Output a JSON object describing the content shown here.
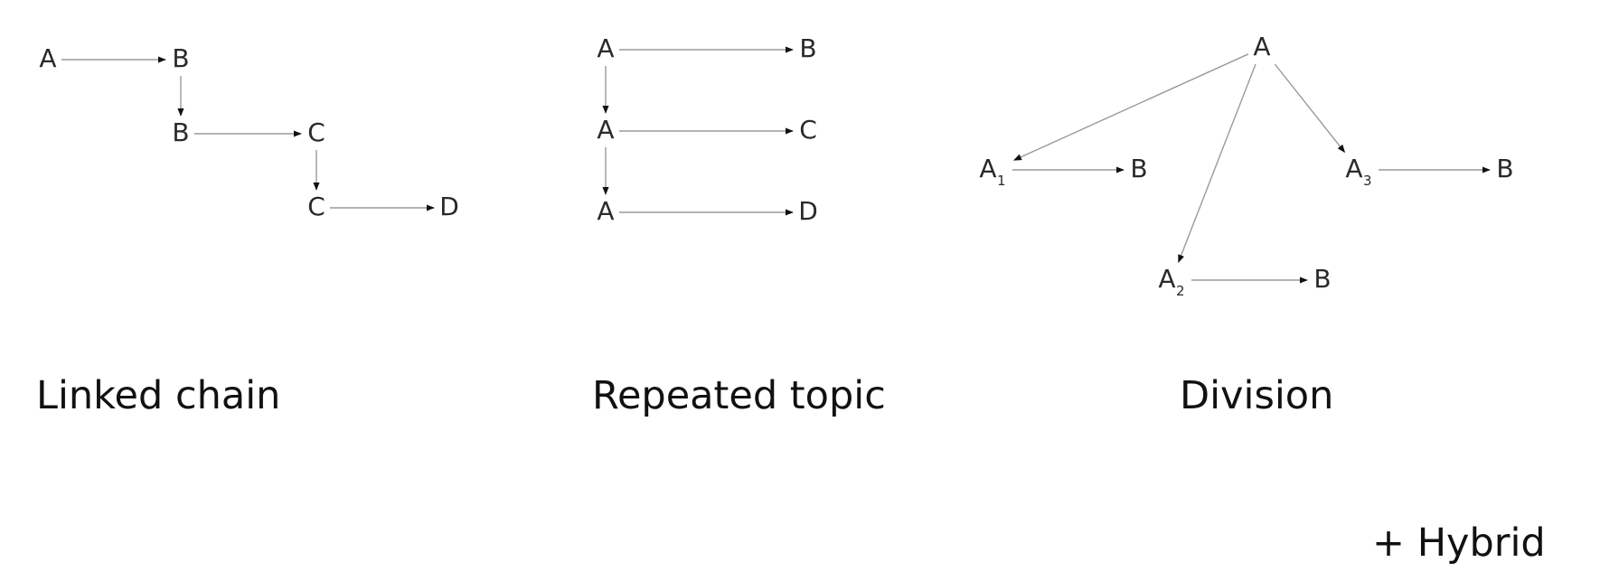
{
  "captions": {
    "linked_chain": "Linked chain",
    "repeated_topic": "Repeated topic",
    "division": "Division",
    "hybrid": "+ Hybrid"
  },
  "linked_chain": {
    "nodes": [
      {
        "id": "lc-a",
        "label": "A"
      },
      {
        "id": "lc-b1",
        "label": "B"
      },
      {
        "id": "lc-b2",
        "label": "B"
      },
      {
        "id": "lc-c1",
        "label": "C"
      },
      {
        "id": "lc-c2",
        "label": "C"
      },
      {
        "id": "lc-d",
        "label": "D"
      }
    ],
    "edges": [
      {
        "from": "lc-a",
        "to": "lc-b1"
      },
      {
        "from": "lc-b1",
        "to": "lc-b2"
      },
      {
        "from": "lc-b2",
        "to": "lc-c1"
      },
      {
        "from": "lc-c1",
        "to": "lc-c2"
      },
      {
        "from": "lc-c2",
        "to": "lc-d"
      }
    ]
  },
  "repeated_topic": {
    "nodes": [
      {
        "id": "rt-a1",
        "label": "A"
      },
      {
        "id": "rt-a2",
        "label": "A"
      },
      {
        "id": "rt-a3",
        "label": "A"
      },
      {
        "id": "rt-b",
        "label": "B"
      },
      {
        "id": "rt-c",
        "label": "C"
      },
      {
        "id": "rt-d",
        "label": "D"
      }
    ],
    "edges": [
      {
        "from": "rt-a1",
        "to": "rt-b"
      },
      {
        "from": "rt-a1",
        "to": "rt-a2"
      },
      {
        "from": "rt-a2",
        "to": "rt-c"
      },
      {
        "from": "rt-a2",
        "to": "rt-a3"
      },
      {
        "from": "rt-a3",
        "to": "rt-d"
      }
    ]
  },
  "division": {
    "nodes": [
      {
        "id": "dv-a",
        "label": "A"
      },
      {
        "id": "dv-a1",
        "label": "A",
        "sub": "1"
      },
      {
        "id": "dv-a2",
        "label": "A",
        "sub": "2"
      },
      {
        "id": "dv-a3",
        "label": "A",
        "sub": "3"
      },
      {
        "id": "dv-b1",
        "label": "B"
      },
      {
        "id": "dv-b2",
        "label": "B"
      },
      {
        "id": "dv-b3",
        "label": "B"
      }
    ],
    "edges": [
      {
        "from": "dv-a",
        "to": "dv-a1"
      },
      {
        "from": "dv-a",
        "to": "dv-a2"
      },
      {
        "from": "dv-a",
        "to": "dv-a3"
      },
      {
        "from": "dv-a1",
        "to": "dv-b1"
      },
      {
        "from": "dv-a2",
        "to": "dv-b2"
      },
      {
        "from": "dv-a3",
        "to": "dv-b3"
      }
    ]
  }
}
